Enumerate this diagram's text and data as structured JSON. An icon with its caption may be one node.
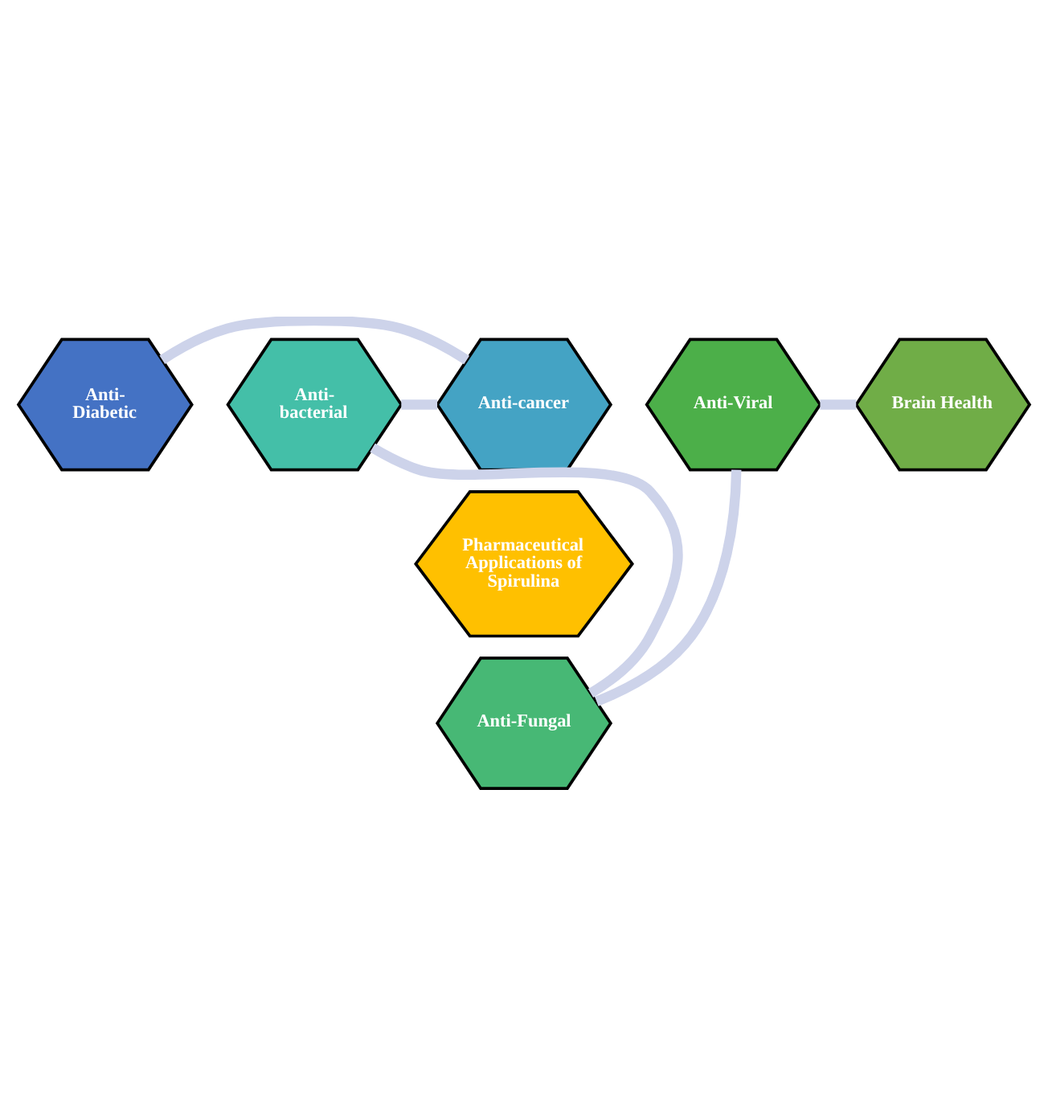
{
  "diagram": {
    "nodes": [
      {
        "text": [
          "Anti- Diabetic"
        ]
      },
      {
        "text": [
          "Brain Health"
        ]
      },
      {
        "text": [
          "Anti-cancer"
        ]
      },
      {
        "text": [
          "Pharmaceutical Applications of Spirulina"
        ]
      },
      {
        "text": [
          "Anti-Viral"
        ]
      },
      {
        "text": [
          "Anti- bacterial"
        ]
      },
      {
        "text": [
          "Anti-Fungal"
        ]
      }
    ],
    "edges": [
      {
        "from": 0,
        "to": 2,
        "arrow": "none"
      },
      {
        "from": 2,
        "to": 5,
        "arrow": "none"
      },
      {
        "from": 5,
        "to": 6,
        "arrow": "none"
      },
      {
        "from": 6,
        "to": 4,
        "arrow": "none"
      },
      {
        "from": 4,
        "to": 1,
        "arrow": "none"
      }
    ]
  }
}
